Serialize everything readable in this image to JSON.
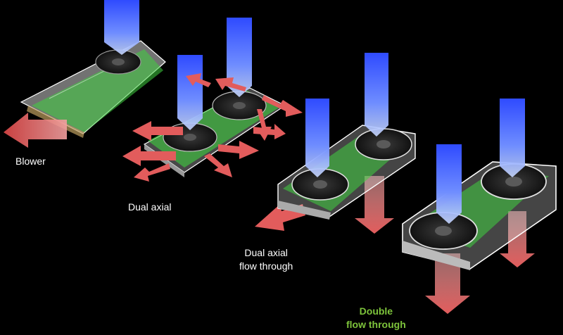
{
  "colors": {
    "background": "#000000",
    "label_default": "#ffffff",
    "label_highlight": "#7dc33b",
    "intake_arrow_top": "#2f4bff",
    "intake_arrow_bottom": "#bfd4ff",
    "exhaust_arrow": "#e25c5c",
    "exhaust_arrow_light": "#f4a6a6",
    "pcb_green": "#3fd13f",
    "card_shroud": "#d9d9d9",
    "fan_dark": "#1e1e1e"
  },
  "icons": {
    "intake": "down-arrow-icon",
    "exhaust": "outflow-arrow-icon",
    "fan": "fan-icon",
    "card": "graphics-card-icon"
  },
  "labels": {
    "blower": {
      "lines": [
        "Blower"
      ]
    },
    "dual_axial": {
      "lines": [
        "Dual axial"
      ]
    },
    "dual_axial_flow_through": {
      "lines": [
        "Dual axial",
        "flow through"
      ]
    },
    "double_flow_through": {
      "lines": [
        "Double",
        "flow through"
      ]
    }
  }
}
